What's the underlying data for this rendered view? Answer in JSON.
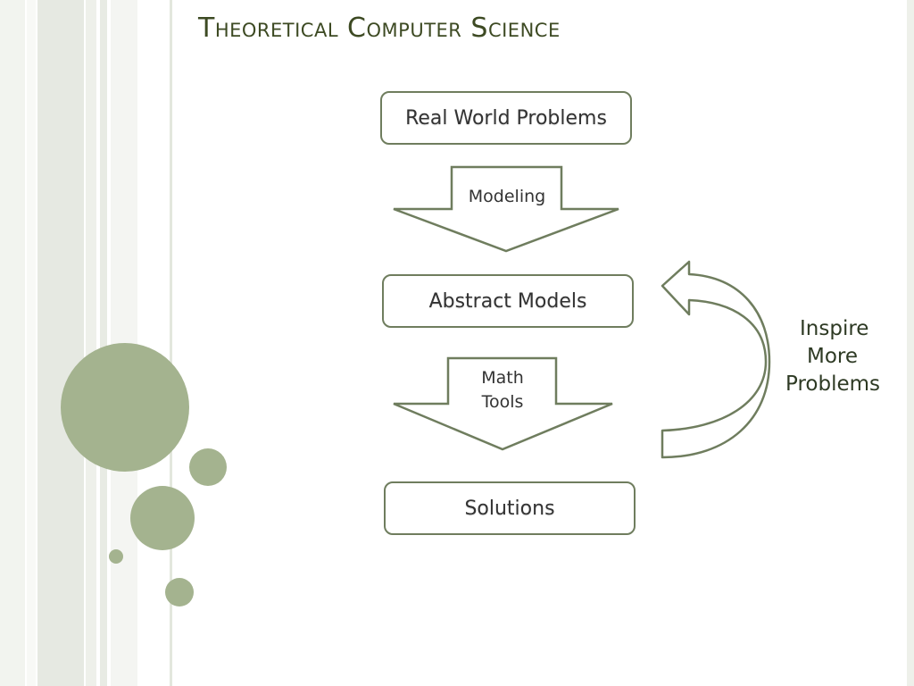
{
  "title": "Theoretical Computer Science",
  "boxes": {
    "real_world_problems": "Real World Problems",
    "abstract_models": "Abstract Models",
    "solutions": "Solutions"
  },
  "arrows": {
    "modeling": "Modeling",
    "math_tools_line1": "Math",
    "math_tools_line2": "Tools"
  },
  "loop": {
    "line1": "Inspire",
    "line2": "More",
    "line3": "Problems"
  },
  "colors": {
    "title": "#3d4a23",
    "stroke": "#6f7d5e",
    "circle": "#a4b38f",
    "stripe": "#e6e9e2"
  }
}
